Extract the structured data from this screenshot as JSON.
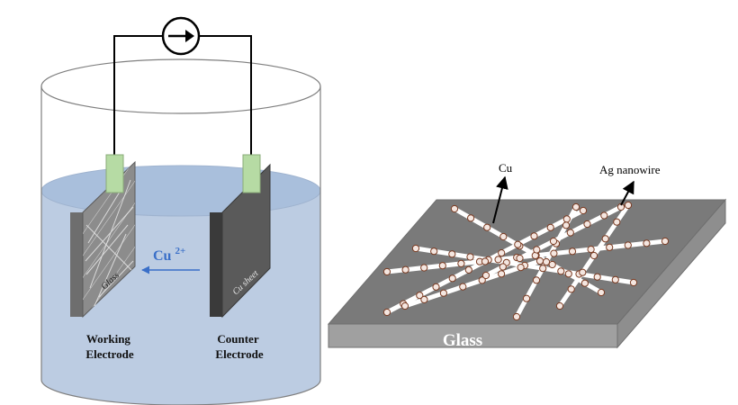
{
  "cell": {
    "working_electrode_label": [
      "Working",
      "Electrode"
    ],
    "counter_electrode_label": [
      "Counter",
      "Electrode"
    ],
    "glass_slide_text": "Glass",
    "cu_sheet_text": "Cu sheet",
    "ion_label": "Cu",
    "ion_charge": "2+",
    "source_icon": "dc-current-source-icon"
  },
  "substrate": {
    "glass_label": "Glass",
    "cu_label": "Cu",
    "nanowire_label": "Ag nanowire"
  },
  "colors": {
    "electrolyte": "#b8c9e0",
    "electrolyte_surface": "#a9bfdc",
    "clamp": "#b6dba4",
    "working_plate": "#8c8c8c",
    "counter_plate": "#4a4a4a",
    "ion_text": "#3a6fc8",
    "glass_top": "#7a7a7a",
    "glass_side": "#a0a0a0",
    "wire": "#ffffff",
    "particle": "#f4e6e0",
    "particle_edge": "#7a3b22"
  }
}
